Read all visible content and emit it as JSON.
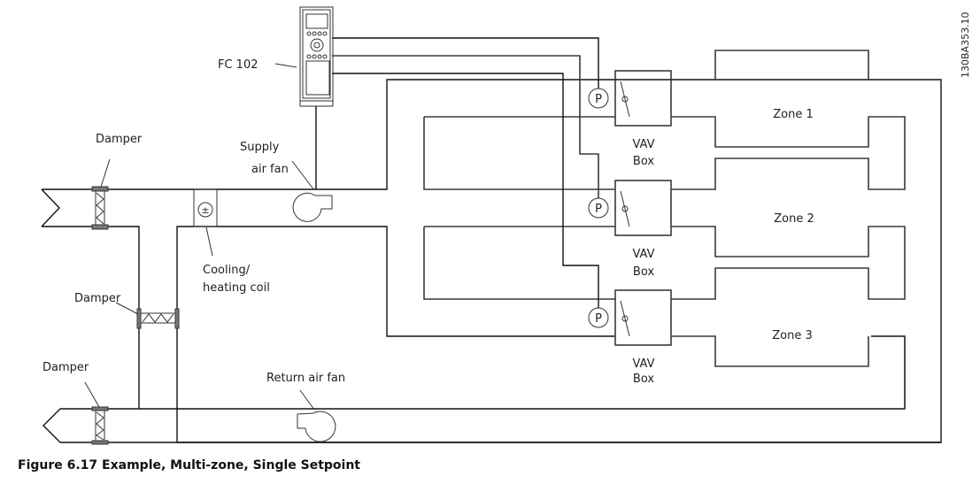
{
  "figure": {
    "caption": "Figure 6.17 Example, Multi-zone, Single Setpoint",
    "code": "130BA353.10"
  },
  "labels": {
    "drive": "FC 102",
    "damper_supply": "Damper",
    "damper_mix": "Damper",
    "damper_return": "Damper",
    "supply_fan_line1": "Supply",
    "supply_fan_line2": "air fan",
    "coil_line1": "Cooling/",
    "coil_line2": "heating coil",
    "return_fan": "Return air fan",
    "coil_symbol": "±",
    "sensor_symbol": "P"
  },
  "vav_boxes": [
    {
      "line1": "VAV",
      "line2": "Box"
    },
    {
      "line1": "VAV",
      "line2": "Box"
    },
    {
      "line1": "VAV",
      "line2": "Box"
    }
  ],
  "zones": [
    {
      "label": "Zone 1"
    },
    {
      "label": "Zone 2"
    },
    {
      "label": "Zone 3"
    }
  ]
}
